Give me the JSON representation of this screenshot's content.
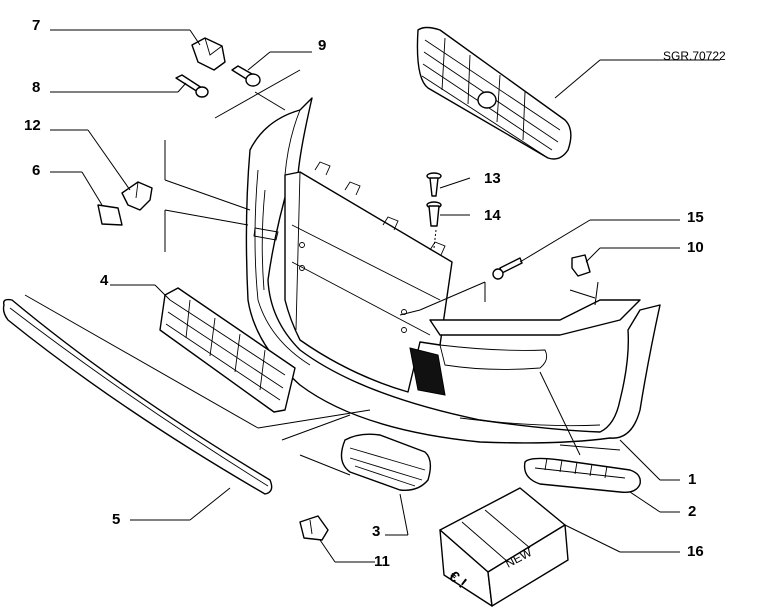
{
  "diagram": {
    "reference_code": "SGR.70722",
    "callouts": [
      "1",
      "2",
      "3",
      "4",
      "5",
      "6",
      "7",
      "8",
      "9",
      "10",
      "11",
      "12",
      "13",
      "14",
      "15",
      "16"
    ],
    "box_text": "NEW",
    "box_symbol": "€ !"
  }
}
